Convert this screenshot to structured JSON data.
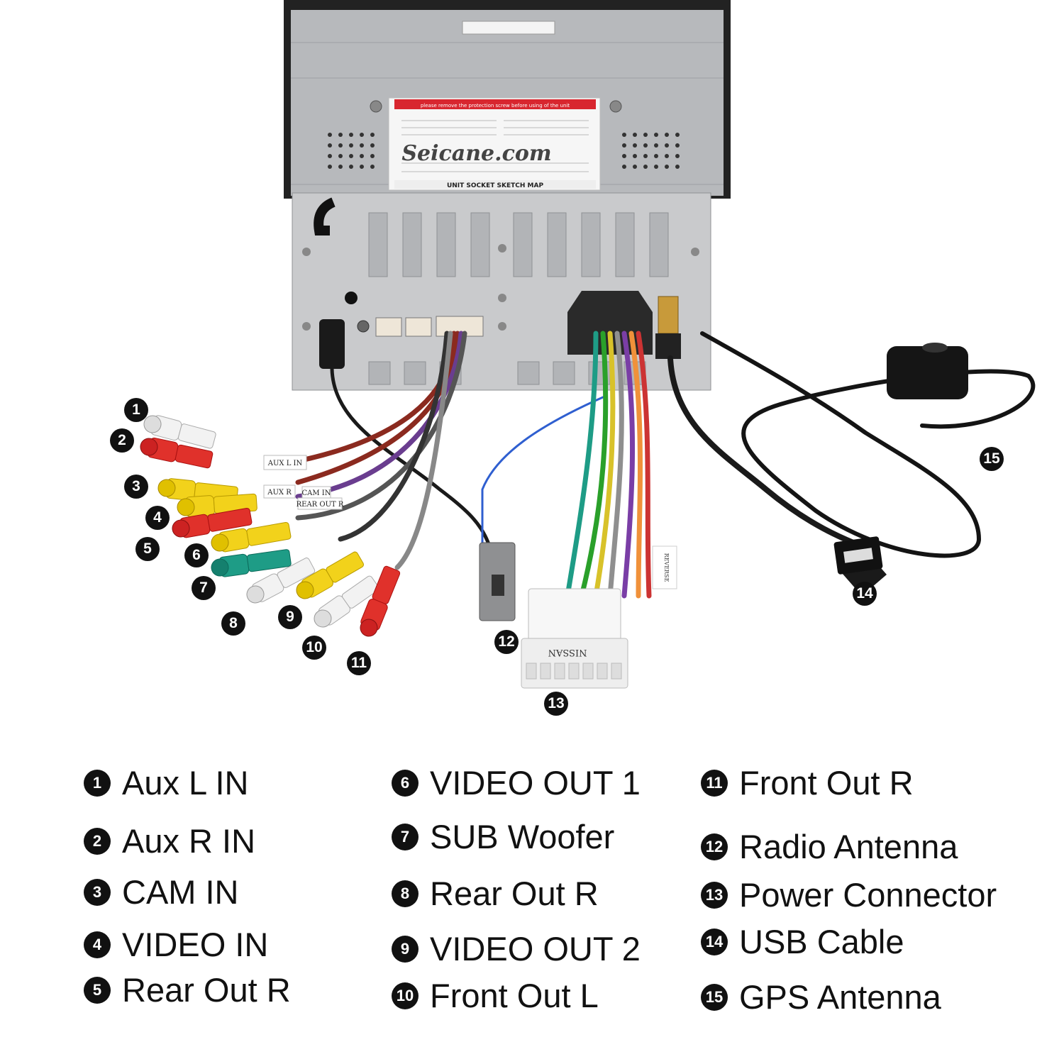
{
  "diagram": {
    "brand_watermark": "Seicane.com",
    "sticker_title": "UNIT SOCKET SKETCH MAP",
    "sticker_warning": "please remove the protection screw before using of the unit",
    "harness_tags": [
      "AUX L IN",
      "AUX R",
      "CAM IN",
      "REAR OUT R"
    ],
    "power_plug_text": "NISSAN",
    "reverse_tag": "REVERSE"
  },
  "callouts": [
    "1",
    "2",
    "3",
    "4",
    "5",
    "6",
    "7",
    "8",
    "9",
    "10",
    "11",
    "12",
    "13",
    "14",
    "15"
  ],
  "legend": [
    {
      "num": "1",
      "label": "Aux L IN"
    },
    {
      "num": "2",
      "label": "Aux R IN"
    },
    {
      "num": "3",
      "label": "CAM IN"
    },
    {
      "num": "4",
      "label": "VIDEO IN"
    },
    {
      "num": "5",
      "label": "Rear Out R"
    },
    {
      "num": "6",
      "label": "VIDEO OUT 1"
    },
    {
      "num": "7",
      "label": "SUB Woofer"
    },
    {
      "num": "8",
      "label": "Rear Out R"
    },
    {
      "num": "9",
      "label": "VIDEO OUT 2"
    },
    {
      "num": "10",
      "label": "Front Out L"
    },
    {
      "num": "11",
      "label": "Front Out R"
    },
    {
      "num": "12",
      "label": "Radio Antenna"
    },
    {
      "num": "13",
      "label": "Power Connector"
    },
    {
      "num": "14",
      "label": "USB Cable"
    },
    {
      "num": "15",
      "label": "GPS Antenna"
    }
  ],
  "colors": {
    "rca_white": "#f2f2f2",
    "rca_red": "#e0312b",
    "rca_yellow": "#f2d21b",
    "rca_green": "#1e9c86",
    "chassis": "#c9cacc",
    "cable_black": "#1a1a1a"
  }
}
